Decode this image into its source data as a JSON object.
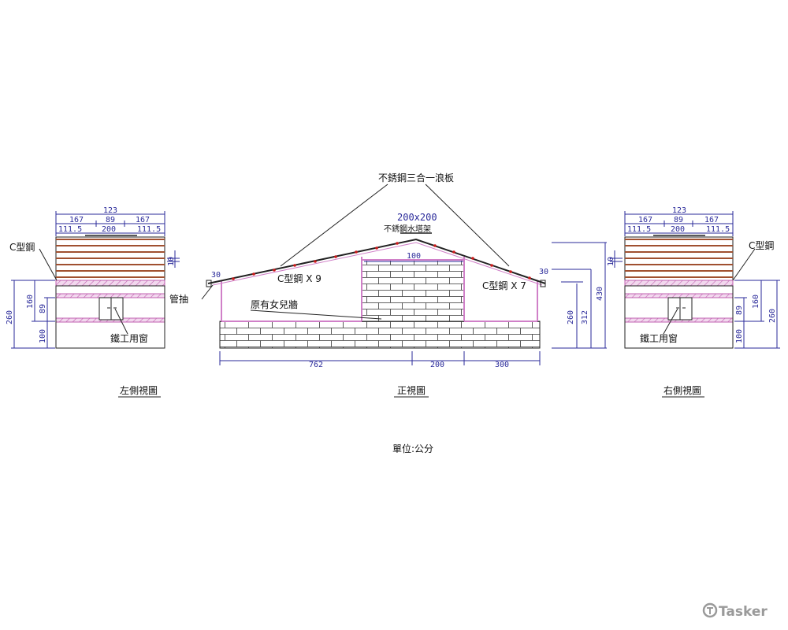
{
  "labels": {
    "roof_sheet": "不銹鋼三合一浪板",
    "tank_size": "200x200",
    "tank_frame": "不銹鋼水塔架",
    "c_steel_left": "C型鋼 X 9",
    "c_steel_right": "C型鋼 X 7",
    "gutter": "管抽",
    "parapet": "原有女兒牆",
    "c_steel_side_left": "C型鋼",
    "c_steel_side_right": "C型鋼",
    "window_left": "鐵工用窗",
    "window_right": "鐵工用窗"
  },
  "titles": {
    "left_view": "左側視圖",
    "front_view": "正視圖",
    "right_view": "右側視圖",
    "unit": "單位:公分"
  },
  "front_dims": {
    "d762": "762",
    "d200": "200",
    "d300": "300",
    "d100": "100",
    "d30_left": "30",
    "d30_right": "30",
    "d260": "260",
    "d312": "312",
    "d430": "430"
  },
  "left_dims": {
    "d123": "123",
    "d167a": "167",
    "d89": "89",
    "d167b": "167",
    "d111a": "111.5",
    "d200": "200",
    "d111b": "111.5",
    "d10": "10",
    "d260": "260",
    "d160": "160",
    "d89v": "89",
    "d100": "100"
  },
  "right_dims": {
    "d123": "123",
    "d167a": "167",
    "d89": "89",
    "d167b": "167",
    "d111a": "111.5",
    "d200": "200",
    "d111b": "111.5",
    "d10": "10",
    "d160": "160",
    "d89v": "89",
    "d260": "260",
    "d100": "100"
  },
  "watermark": "Tasker",
  "colors": {
    "line": "#222222",
    "dimension": "#2a2a9a",
    "steel": "#c0306c",
    "plank": "#a05030",
    "wall_pink": "#d080c8",
    "roof_dot": "#cc1a1a"
  }
}
